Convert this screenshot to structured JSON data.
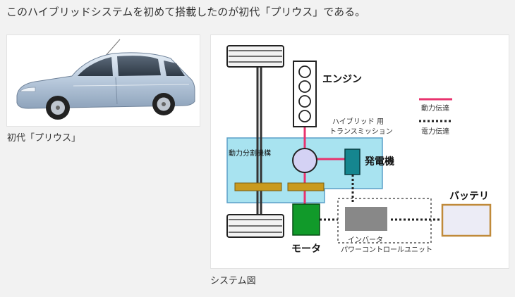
{
  "intro_text": "このハイブリッドシステムを初めて搭載したのが初代「プリウス」である。",
  "photo": {
    "caption": "初代「プリウス」"
  },
  "diagram": {
    "caption": "システム図",
    "labels": {
      "engine": "エンジン",
      "transmission_line1": "ハイブリッド 用",
      "transmission_line2": "トランスミッション",
      "power_split": "動力分割機構",
      "generator": "発電機",
      "motor": "モータ",
      "inverter": "インバータ",
      "pcu": "パワーコントロールユニット",
      "battery": "バッテリ"
    },
    "legend": {
      "mechanical": "動力伝達",
      "electrical": "電力伝達"
    },
    "colors": {
      "mechanical": "#e8336e",
      "transmission_fill": "#a8e3f0",
      "motor": "#119a2a",
      "generator": "#15868f",
      "gear": "#c99a1e",
      "battery_border": "#c08a3a"
    }
  }
}
